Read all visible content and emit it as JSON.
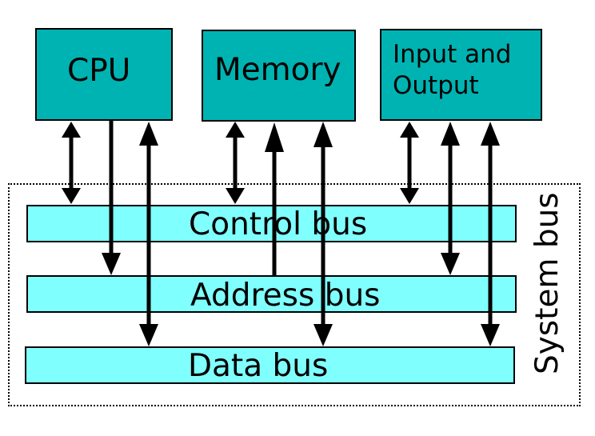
{
  "components": {
    "cpu": "CPU",
    "memory": "Memory",
    "io_line1": "Input and",
    "io_line2": "Output"
  },
  "buses": {
    "control": "Control bus",
    "address": "Address bus",
    "data": "Data bus"
  },
  "system_bus_label": "System bus",
  "colors": {
    "component_fill": "#00b3b3",
    "bus_fill": "#80ffff",
    "line": "#000000"
  }
}
